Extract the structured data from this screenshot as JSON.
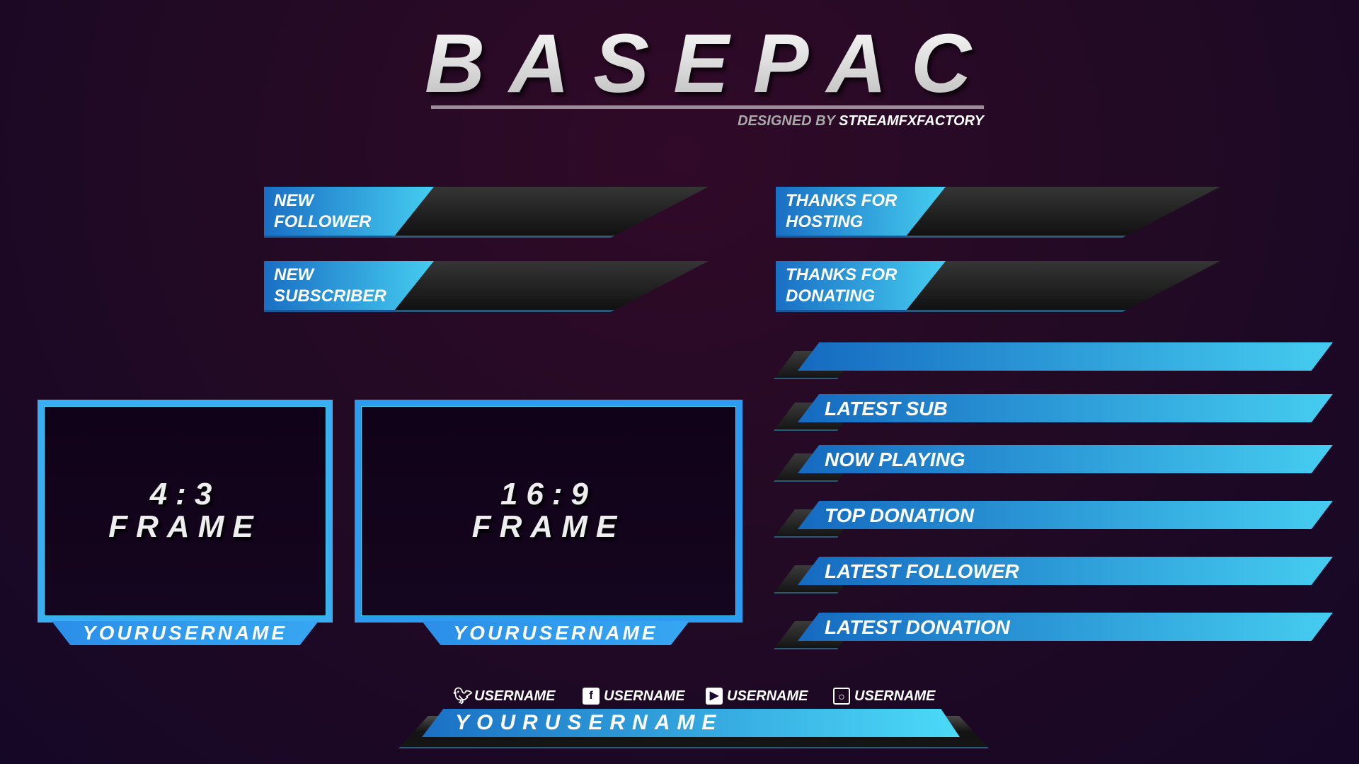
{
  "header": {
    "title": "BASEPACK",
    "credit_prefix": "DESIGNED BY",
    "credit_name": "STREAMFXFACTORY"
  },
  "alerts": [
    {
      "line1": "NEW",
      "line2": "FOLLOWER"
    },
    {
      "line1": "NEW",
      "line2": "SUBSCRIBER"
    },
    {
      "line1": "THANKS FOR",
      "line2": "HOSTING"
    },
    {
      "line1": "THANKS FOR",
      "line2": "DONATING"
    }
  ],
  "info_bars": [
    "",
    "LATEST SUB",
    "NOW PLAYING",
    "TOP DONATION",
    "LATEST FOLLOWER",
    "LATEST DONATION"
  ],
  "frames": [
    {
      "ratio": "4:3",
      "label": "FRAME",
      "username": "YOURUSERNAME"
    },
    {
      "ratio": "16:9",
      "label": "FRAME",
      "username": "YOURUSERNAME"
    }
  ],
  "social": [
    {
      "icon": "twitter-icon",
      "handle": "USERNAME"
    },
    {
      "icon": "facebook-icon",
      "handle": "USERNAME"
    },
    {
      "icon": "youtube-icon",
      "handle": "USERNAME"
    },
    {
      "icon": "instagram-icon",
      "handle": "USERNAME"
    }
  ],
  "bottom_bar": {
    "username": "YOURUSERNAME"
  },
  "colors": {
    "accent_start": "#1a6fc4",
    "accent_end": "#45cdf0",
    "background": "#230a24"
  }
}
